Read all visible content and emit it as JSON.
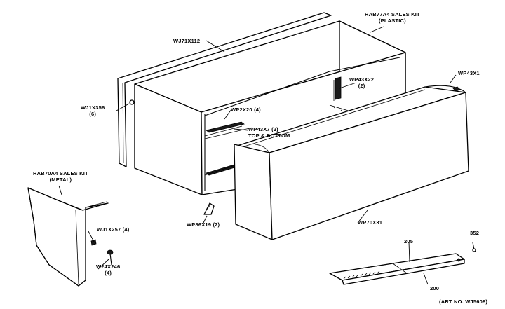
{
  "diagram": {
    "labels": {
      "kit_plastic": {
        "line1": "RAB77A4 SALES KIT",
        "line2": "(PLASTIC)"
      },
      "wj71x112": "WJ71X112",
      "wp43x1": "WP43X1",
      "wj1x356": {
        "line1": "WJ1X356",
        "line2": "(6)"
      },
      "wp43x22": {
        "line1": "WP43X22",
        "line2": "(2)"
      },
      "wp2x20": "WP2X20 (4)",
      "wp43x7": {
        "line1": "WP43X7 (2)",
        "line2": "TOP & BOTTOM"
      },
      "kit_metal": {
        "line1": "RAB70A4 SALES KIT",
        "line2": "(METAL)"
      },
      "wj1x257": "WJ1X257 (4)",
      "w24x246": {
        "line1": "W24X246",
        "line2": "(4)"
      },
      "wp86x19": "WP86X19 (2)",
      "wp70x31": "WP70X31",
      "ref_205": "205",
      "ref_352": "352",
      "ref_200": "200",
      "art_no": "(ART NO. WJ5608)"
    }
  }
}
